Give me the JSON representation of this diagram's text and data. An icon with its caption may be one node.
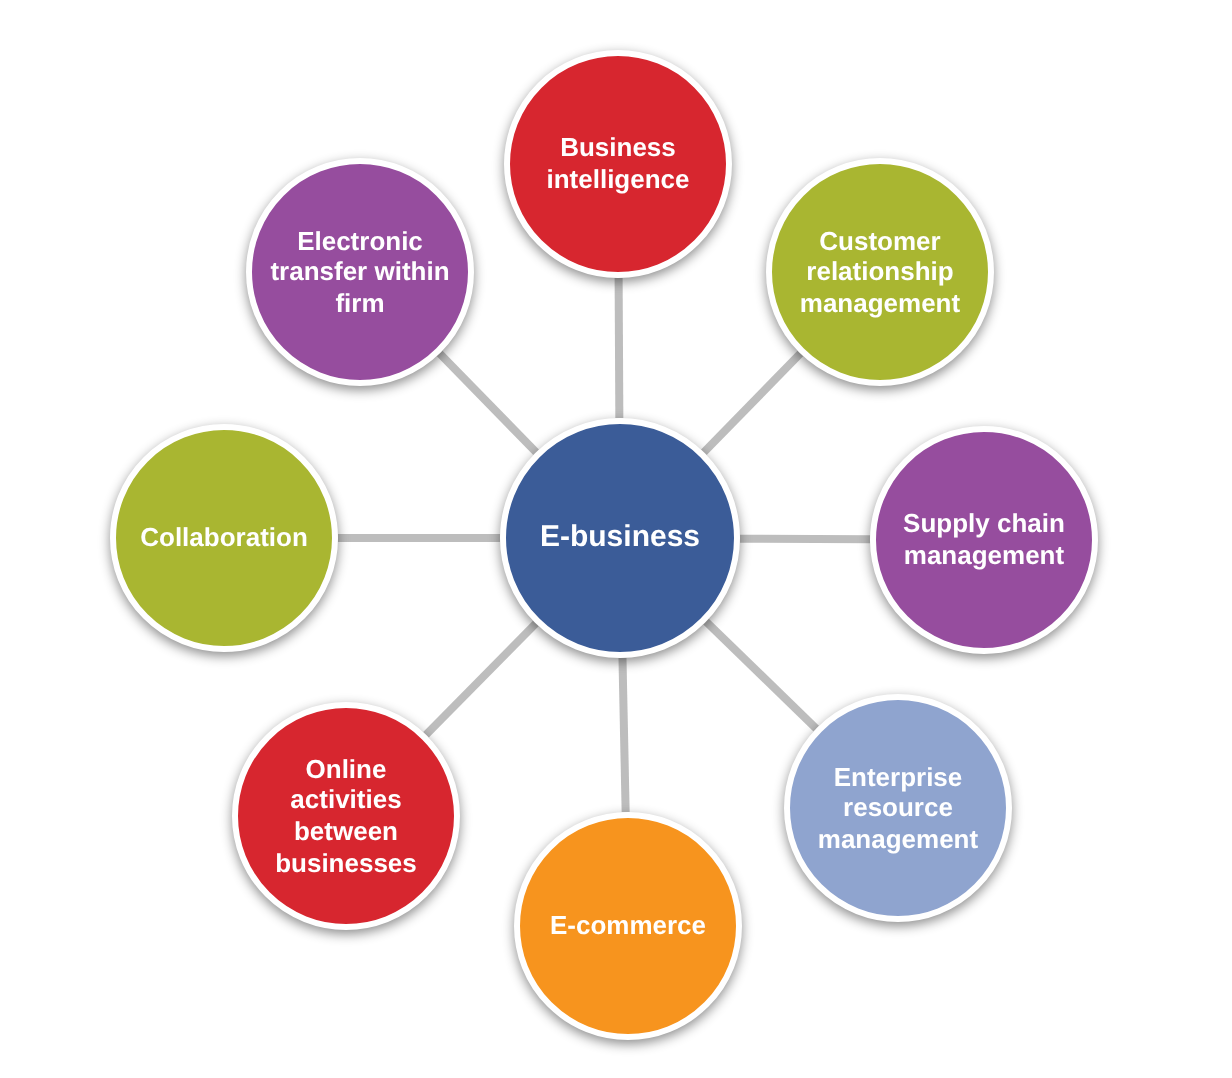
{
  "diagram": {
    "nodes": [
      {
        "text": [
          "Business intelligence"
        ]
      },
      {
        "text": [
          "Electronic transfer within firm"
        ]
      },
      {
        "text": [
          "Customer relationship management"
        ]
      },
      {
        "text": [
          "Collaboration"
        ]
      },
      {
        "text": [
          "E-business"
        ]
      },
      {
        "text": [
          "Supply chain management"
        ]
      },
      {
        "text": [
          "Online activities between businesses"
        ]
      },
      {
        "text": [
          "Enterprise resource management"
        ]
      },
      {
        "text": [
          "E-commerce"
        ]
      }
    ],
    "edges": [
      {
        "from": 4,
        "to": 0,
        "arrow": "none"
      },
      {
        "from": 4,
        "to": 1,
        "arrow": "none"
      },
      {
        "from": 4,
        "to": 2,
        "arrow": "none"
      },
      {
        "from": 4,
        "to": 3,
        "arrow": "none"
      },
      {
        "from": 4,
        "to": 5,
        "arrow": "none"
      },
      {
        "from": 4,
        "to": 6,
        "arrow": "none"
      },
      {
        "from": 4,
        "to": 7,
        "arrow": "none"
      },
      {
        "from": 4,
        "to": 8,
        "arrow": "none"
      }
    ]
  }
}
